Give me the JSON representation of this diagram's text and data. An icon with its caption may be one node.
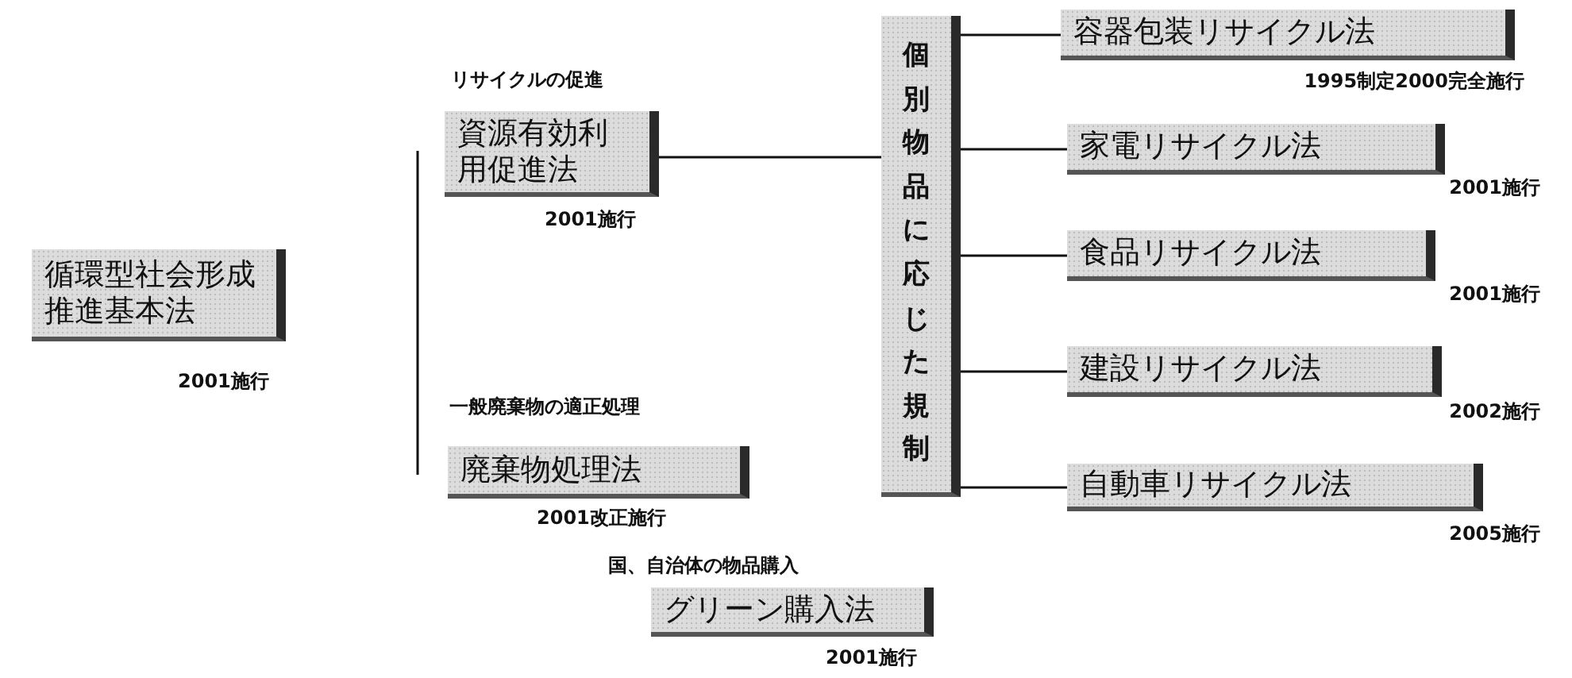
{
  "diagram": {
    "nodes": [
      {
        "text": [
          "循環型社会形成推進基本法"
        ],
        "beside": [
          "2001施行"
        ]
      },
      {
        "text": [
          "リサイクルの促進",
          "資源有効利用促進法"
        ],
        "beside": [
          "2001施行"
        ]
      },
      {
        "text": [
          "一般廃棄物の適正処理",
          "廃棄物処理法"
        ],
        "beside": [
          "2001改正施行"
        ]
      },
      {
        "text": [
          "個別物品に応じた規制"
        ]
      },
      {
        "text": [
          "容器包装リサイクル法"
        ],
        "beside": [
          "1995制定2000完全施行"
        ]
      },
      {
        "text": [
          "家電リサイクル法"
        ],
        "beside": [
          "2001施行"
        ]
      },
      {
        "text": [
          "食品リサイクル法"
        ],
        "beside": [
          "2001施行"
        ]
      },
      {
        "text": [
          "建設リサイクル法"
        ],
        "beside": [
          "2002施行"
        ]
      },
      {
        "text": [
          "自動車リサイクル法"
        ],
        "beside": [
          "2005施行"
        ]
      },
      {
        "text": [
          "国、自治体の物品購入",
          "グリーン購入法"
        ],
        "beside": [
          "2001施行"
        ]
      }
    ],
    "edges": [
      {
        "from": 1,
        "to": 3,
        "arrow": "none"
      },
      {
        "from": 3,
        "to": 4,
        "arrow": "none"
      },
      {
        "from": 3,
        "to": 5,
        "arrow": "none"
      },
      {
        "from": 3,
        "to": 6,
        "arrow": "none"
      },
      {
        "from": 3,
        "to": 7,
        "arrow": "none"
      },
      {
        "from": 3,
        "to": 8,
        "arrow": "none"
      }
    ]
  }
}
